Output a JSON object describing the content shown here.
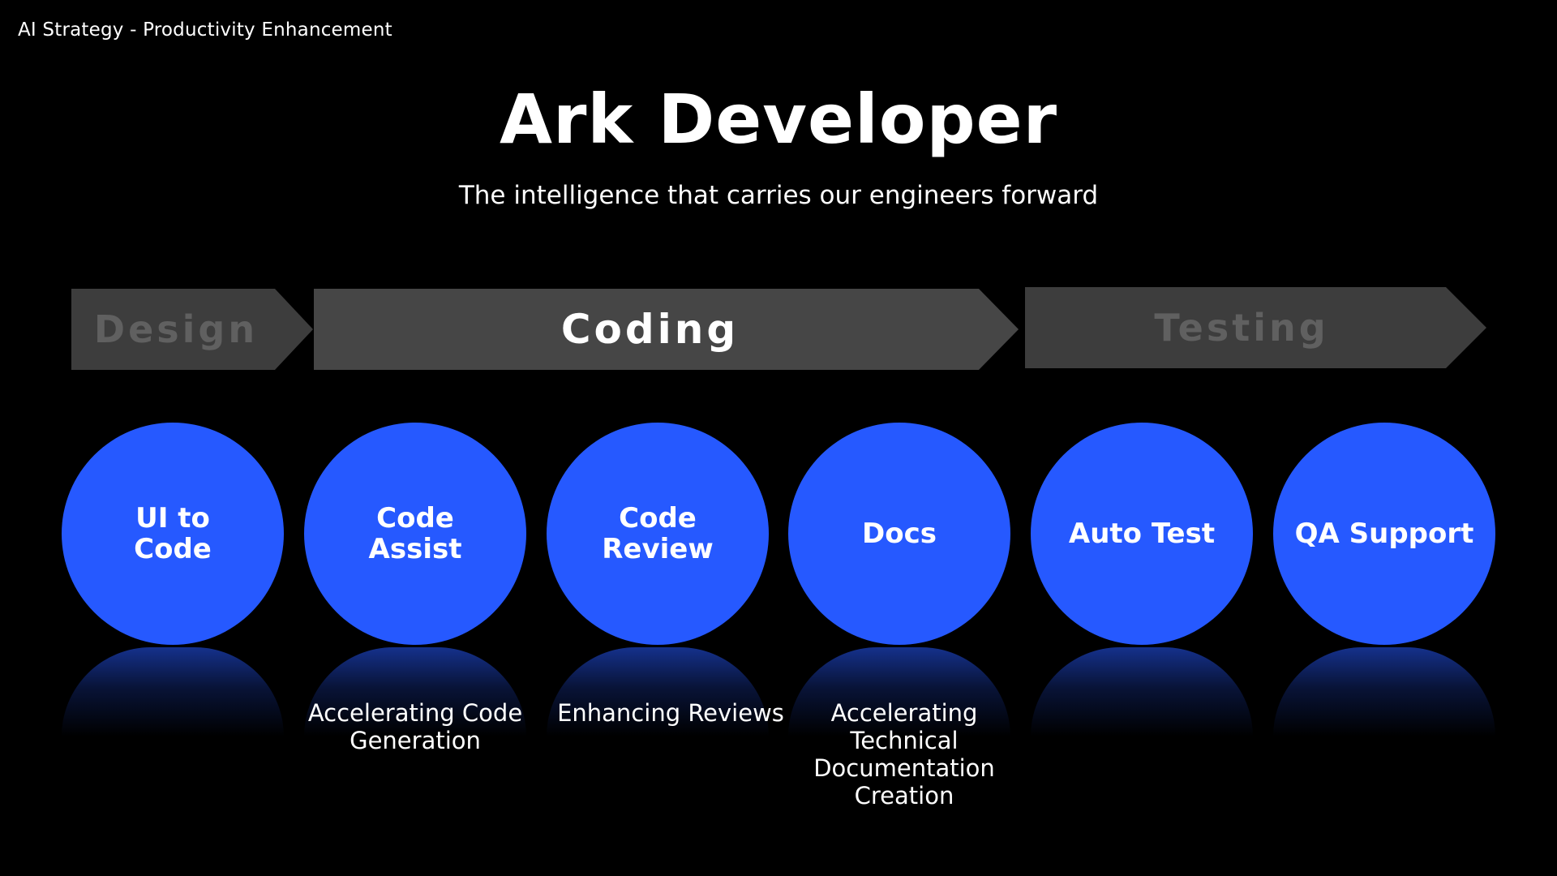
{
  "header": {
    "breadcrumb": "AI Strategy - Productivity Enhancement",
    "title": "Ark Developer",
    "subtitle": "The intelligence that carries our engineers forward"
  },
  "phases": [
    {
      "label": "Design",
      "state": "dim"
    },
    {
      "label": "Coding",
      "state": "active"
    },
    {
      "label": "Testing",
      "state": "dim"
    }
  ],
  "tools": [
    {
      "name_line1": "UI to",
      "name_line2": "Code",
      "description": []
    },
    {
      "name_line1": "Code",
      "name_line2": "Assist",
      "description": [
        "Accelerating Code",
        "Generation"
      ]
    },
    {
      "name_line1": "Code",
      "name_line2": "Review",
      "description": [
        "Enhancing Reviews"
      ]
    },
    {
      "name_line1": "Docs",
      "name_line2": "",
      "description": [
        "Accelerating",
        "Technical",
        "Documentation",
        "Creation"
      ]
    },
    {
      "name_line1": "Auto Test",
      "name_line2": "",
      "description": []
    },
    {
      "name_line1": "QA Support",
      "name_line2": "",
      "description": []
    }
  ],
  "colors": {
    "background": "#000000",
    "circle": "#2659ff",
    "phase_active": "#464646",
    "phase_dim": "#3d3d3d",
    "phase_dim_text": "#606060"
  }
}
